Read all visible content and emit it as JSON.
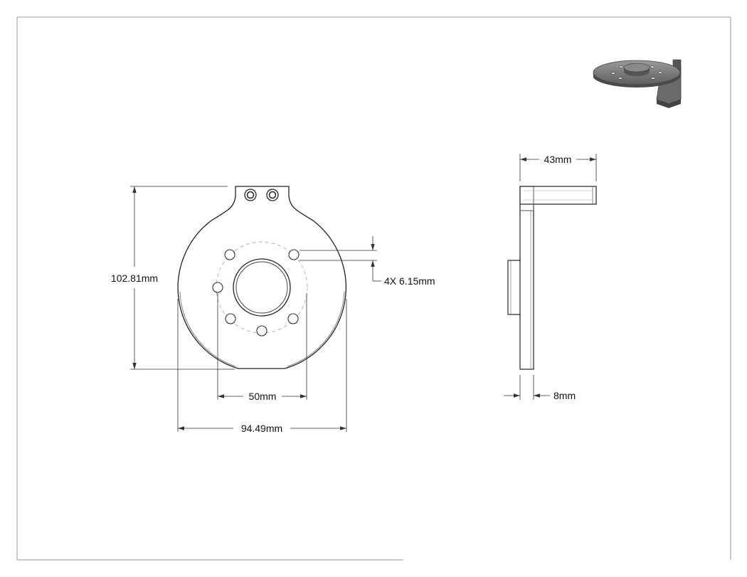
{
  "dimensions": {
    "overall_height": "102.81mm",
    "overall_width": "94.49mm",
    "bolt_spacing": "50mm",
    "hole_callout": "4X 6.15mm",
    "arm_length": "43mm",
    "plate_thickness": "8mm"
  },
  "colors": {
    "outline": "#222222",
    "dimension_line": "#333333",
    "hidden_line": "#b5b5b5",
    "border": "#9a9a9a"
  }
}
